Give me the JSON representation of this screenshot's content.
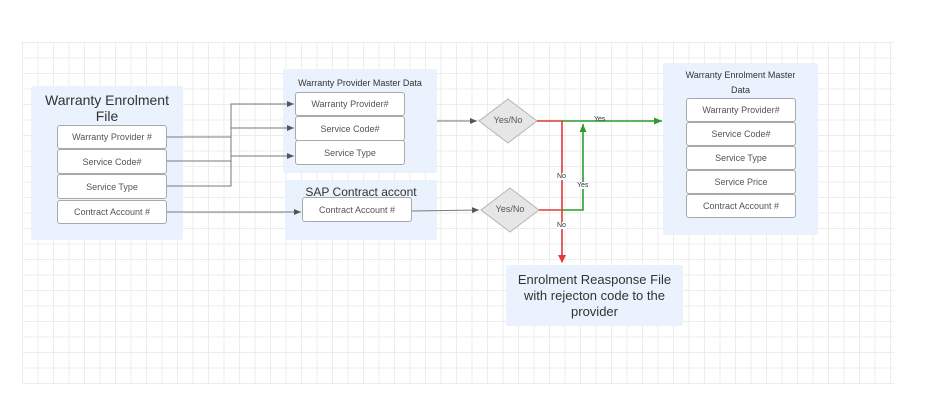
{
  "diagram": {
    "enrolment_file": {
      "title": "Warranty Enrolment File",
      "fields": [
        "Warranty Provider #",
        "Service Code#",
        "Service Type",
        "Contract Account #"
      ]
    },
    "provider_master": {
      "title": "Warranty Provider Master Data",
      "fields": [
        "Warranty Provider#",
        "Service Code#",
        "Service Type"
      ]
    },
    "sap_contract": {
      "title": "SAP Contract accont",
      "fields": [
        "Contract Account #"
      ]
    },
    "decisions": [
      {
        "label": "Yes/No"
      },
      {
        "label": "Yes/No"
      }
    ],
    "edge_labels": {
      "yes_top": "Yes",
      "yes_lower": "Yes",
      "no_top": "No",
      "no_lower": "No"
    },
    "enrolment_master": {
      "title": "Warranty Enrolment Master Data",
      "fields": [
        "Warranty Provider#",
        "Service Code#",
        "Service Type",
        "Service Price",
        "Contract Account #"
      ]
    },
    "response_file": {
      "title": "Enrolment Reasponse File with rejecton code to the provider"
    },
    "colors": {
      "yes": "#2e9b2e",
      "no": "#e03a3a",
      "connector": "#7a7a7a",
      "container": "#eaf3fd"
    }
  }
}
